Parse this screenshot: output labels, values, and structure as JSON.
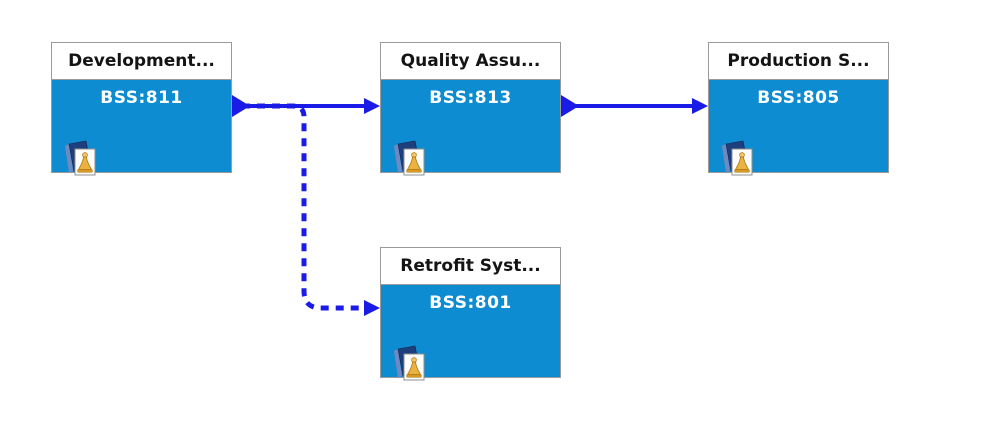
{
  "diagram": {
    "kind": "transport-route-diagram",
    "colors": {
      "background": "#FFFFFF",
      "node_fill": "#0E8CD2",
      "node_border": "#9B9B9B",
      "header_fill": "#FFFFFF",
      "header_text": "#141414",
      "system_text": "#FFFFFF",
      "route_color": "#1B1BE8"
    },
    "nodes": [
      {
        "id": "development",
        "title": "Development...",
        "system": "BSS:811",
        "icon": "system-icon"
      },
      {
        "id": "quality-assurance",
        "title": "Quality Assu...",
        "system": "BSS:813",
        "icon": "system-icon"
      },
      {
        "id": "production",
        "title": "Production S...",
        "system": "BSS:805",
        "icon": "system-icon"
      },
      {
        "id": "retrofit",
        "title": "Retrofit Syst...",
        "system": "BSS:801",
        "icon": "system-icon"
      }
    ],
    "routes": [
      {
        "from": "BSS:811",
        "to": "BSS:813",
        "style": "solid"
      },
      {
        "from": "BSS:813",
        "to": "BSS:805",
        "style": "solid"
      },
      {
        "from": "BSS:811",
        "to": "BSS:801",
        "style": "dashed"
      }
    ]
  }
}
